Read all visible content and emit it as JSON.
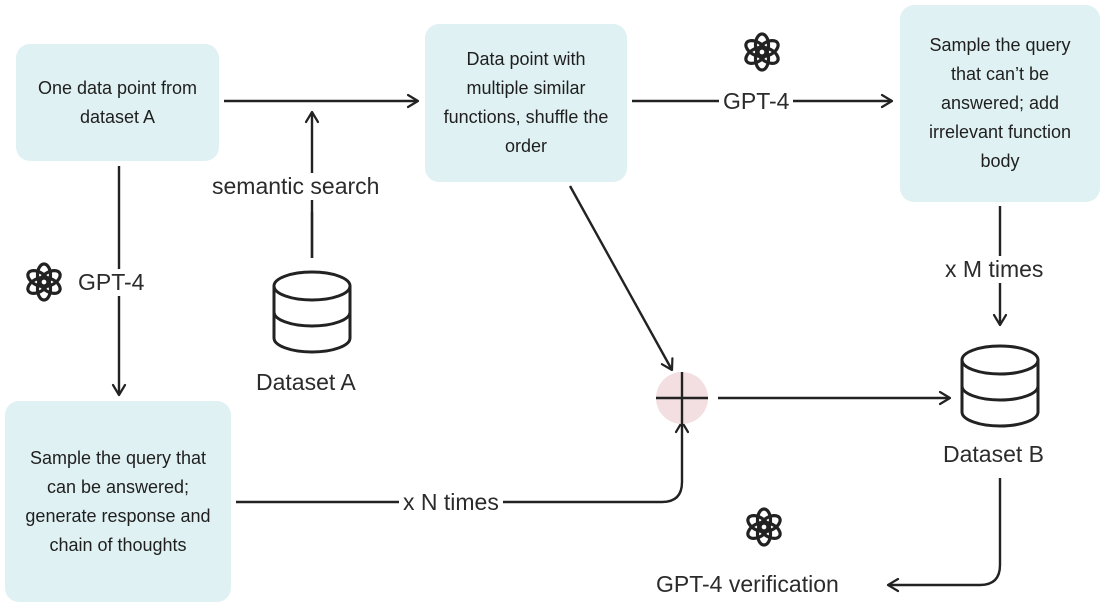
{
  "boxes": {
    "source": "One data point from dataset A",
    "similar": "Data point with multiple similar functions, shuffle the order",
    "unanswerable": "Sample the query that can’t be answered; add irrelevant function body",
    "answerable": "Sample the query that can be answered; generate response and chain of thoughts"
  },
  "labels": {
    "semantic_search": "semantic search",
    "gpt4_left": "GPT-4",
    "gpt4_top": "GPT-4",
    "m_times": "x M times",
    "n_times": "x N times",
    "dataset_a": "Dataset A",
    "dataset_b": "Dataset B",
    "verification": "GPT-4 verification"
  },
  "icons": [
    "openai-logo-icon",
    "database-icon",
    "plus-merge-icon"
  ],
  "colors": {
    "box_fill": "#dff1f2",
    "merge_fill": "#f3dfe1",
    "stroke": "#222222"
  }
}
